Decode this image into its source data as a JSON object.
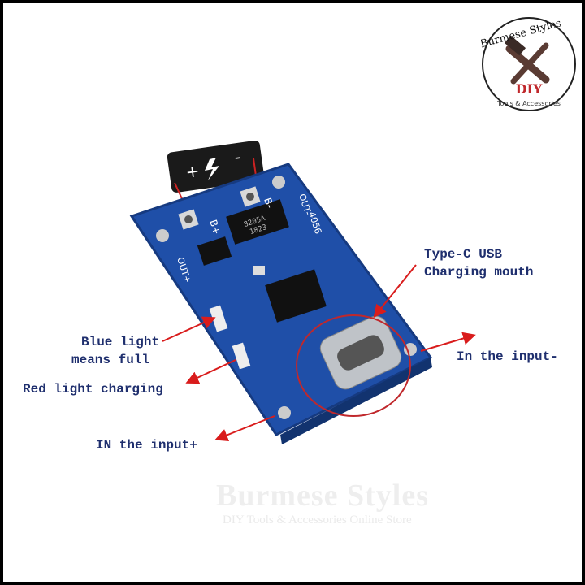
{
  "logo": {
    "text": "Burmese Styles",
    "badge": "DIY",
    "subtitle": "Tools & Accessories"
  },
  "watermark": {
    "title": "Burmese Styles",
    "subtitle": "DIY Tools & Accessories Online Store"
  },
  "callouts": {
    "type_c_line1": "Type-C USB",
    "type_c_line2": "Charging mouth",
    "input_minus": "In the input-",
    "blue_line1": "Blue light",
    "blue_line2": "means full",
    "red_light": "Red light charging",
    "input_plus": "IN the input+"
  },
  "board": {
    "b_plus": "B+",
    "b_minus": "B-",
    "out_plus": "OUT+",
    "out_minus": "OUT-",
    "model": "4056",
    "chip1": "8205A",
    "chip2": "1823"
  },
  "colors": {
    "pcb": "#1f4fa8",
    "arrow": "#d91c1c",
    "label": "#1f2f6e"
  }
}
